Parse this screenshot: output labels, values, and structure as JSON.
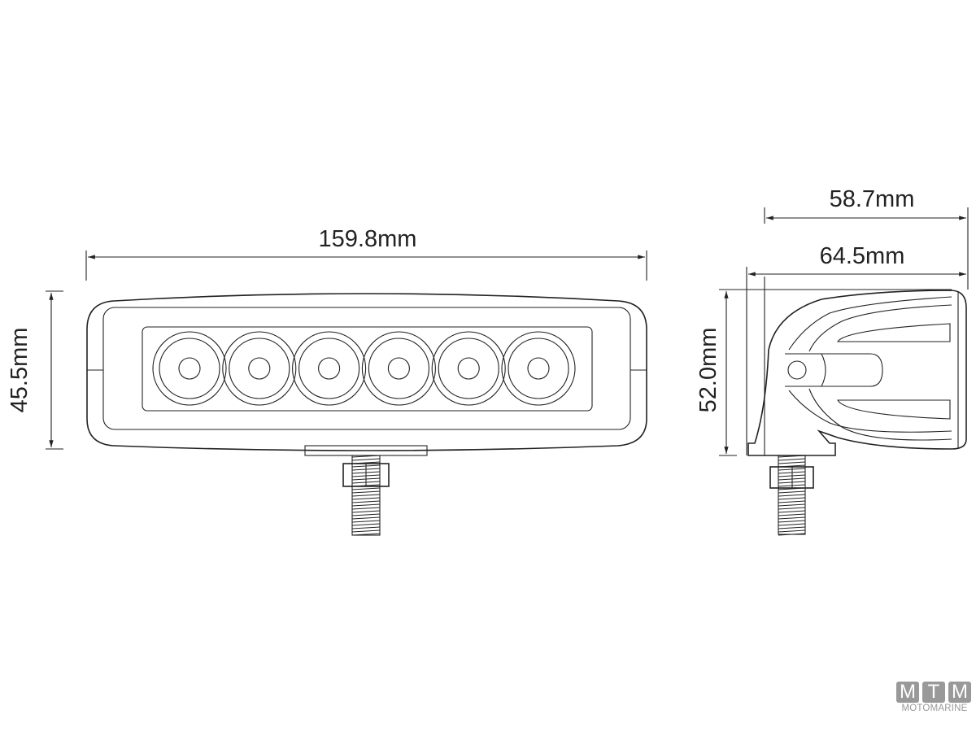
{
  "front_view": {
    "width_label": "159.8mm",
    "height_label": "45.5mm",
    "led_count": 6
  },
  "side_view": {
    "depth_label_top": "58.7mm",
    "depth_label_bottom": "64.5mm",
    "height_label": "52.0mm"
  },
  "logo": {
    "letters": [
      "M",
      "T",
      "M"
    ],
    "name": "MOTOMARINE"
  }
}
